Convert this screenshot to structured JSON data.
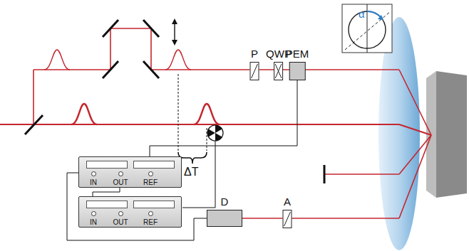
{
  "diagram": {
    "nodes": [
      {
        "text": [
          "P"
        ]
      },
      {
        "text": [
          "QWP"
        ]
      },
      {
        "text": [
          "PEM"
        ]
      },
      {
        "text": [
          "IN",
          "OUT",
          "REF"
        ]
      },
      {
        "text": [
          "IN",
          "OUT",
          "REF"
        ]
      },
      {
        "text": [
          "D"
        ]
      },
      {
        "text": [
          "A"
        ]
      }
    ],
    "edges": [
      {
        "from": 2,
        "to": 3,
        "arrow": "none"
      },
      {
        "from": 3,
        "to": 4,
        "arrow": "none"
      },
      {
        "from": 5,
        "to": 3,
        "arrow": "none"
      }
    ],
    "labels": [
      "α",
      "ΔT"
    ]
  }
}
